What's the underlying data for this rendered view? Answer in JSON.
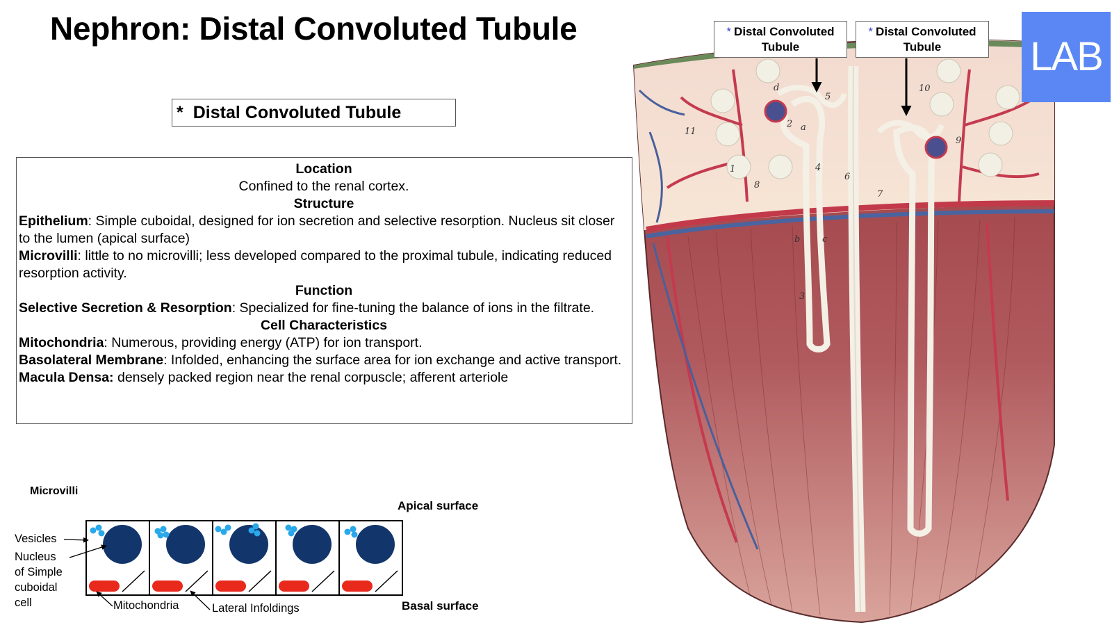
{
  "title": "Nephron: Distal Convoluted Tubule",
  "starred_label": {
    "star": "*",
    "text": "Distal Convoluted Tubule"
  },
  "info": {
    "location_heading": "Location",
    "location_text": "Confined to the renal cortex.",
    "structure_heading": "Structure",
    "epithelium_term": "Epithelium",
    "epithelium_text": ": Simple cuboidal, designed for ion secretion and selective resorption. Nucleus sit closer to the lumen (apical surface)",
    "microvilli_term": "Microvilli",
    "microvilli_text": ": little to no microvilli; less developed compared to the proximal tubule, indicating reduced resorption activity.",
    "function_heading": "Function",
    "secretion_term": "Selective Secretion & Resorption",
    "secretion_text": ": Specialized for fine-tuning the balance of ions in the filtrate.",
    "cell_heading": "Cell Characteristics",
    "mito_term": "Mitochondria",
    "mito_text": ": Numerous, providing energy (ATP) for ion transport.",
    "baso_term": "Basolateral Membrane",
    "baso_text": ": Infolded, enhancing the surface area for ion exchange and active transport.",
    "macula_term": "Macula Densa:",
    "macula_text": " densely packed region near the renal corpuscle; afferent arteriole"
  },
  "cell_diagram": {
    "microvilli_label": "Microvilli",
    "apical_label": "Apical surface",
    "basal_label": "Basal surface",
    "vesicles_label": "Vesicles",
    "nucleus_label_lines": [
      "Nucleus",
      "of Simple",
      "cuboidal",
      "cell"
    ],
    "mitochondria_label": "Mitochondria",
    "infoldings_label": "Lateral Infoldings",
    "cell_count": 5,
    "colors": {
      "nucleus": "#12356b",
      "vesicle": "#29a8ea",
      "mitochondria": "#e8291c"
    }
  },
  "model_callouts": [
    {
      "star": "*",
      "line1": "Distal Convoluted",
      "line2": "Tubule"
    },
    {
      "star": "*",
      "line1": "Distal Convoluted",
      "line2": "Tubule"
    }
  ],
  "model_numbers": [
    "1",
    "2",
    "3",
    "4",
    "5",
    "6",
    "7",
    "8",
    "9",
    "10",
    "11",
    "a",
    "b",
    "c",
    "d"
  ],
  "badge": {
    "text": "LAB",
    "color": "#5a87f4"
  }
}
